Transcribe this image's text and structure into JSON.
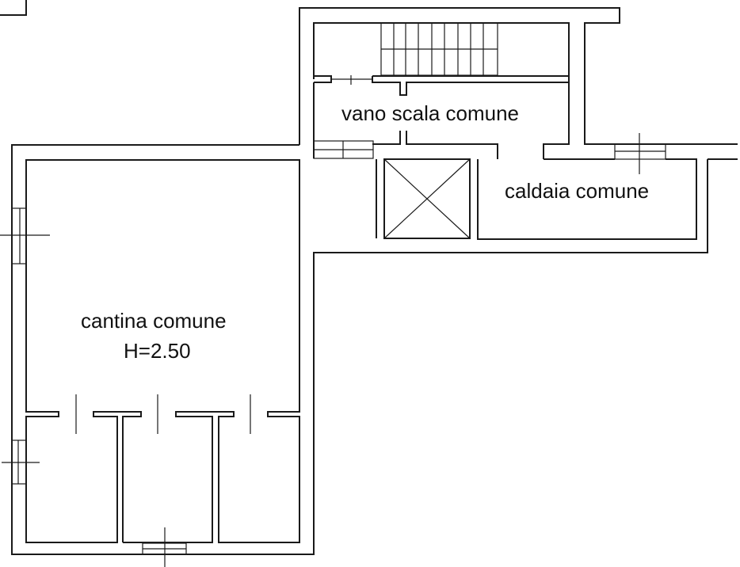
{
  "plan": {
    "rooms": [
      {
        "id": "vano-scala",
        "name": "vano scala comune"
      },
      {
        "id": "caldaia",
        "name": "caldaia comune"
      },
      {
        "id": "cantina",
        "name": "cantina comune",
        "height_label": "H=2.50"
      }
    ],
    "colors": {
      "line": "#1a1a1a",
      "background": "#ffffff"
    }
  }
}
